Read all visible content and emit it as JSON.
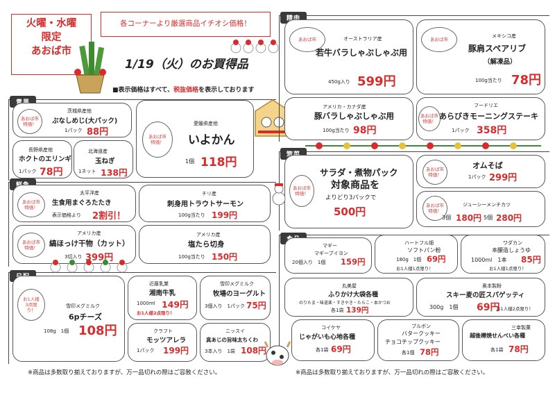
{
  "header": {
    "banner_line1": "火曜・水曜",
    "banner_line2": "限定",
    "banner_line3": "あおば市",
    "top_notice": "各コーナーより厳選商品イチオシ価格！",
    "date_title": "1/19（火）のお買得品",
    "tax_note_prefix": "■表示価格はすべて、",
    "tax_note_red": "税抜価格",
    "tax_note_suffix": "を表示しております"
  },
  "sections": {
    "produce": "青果",
    "meat": "精肉",
    "fish": "鮮魚",
    "deli": "惣菜",
    "grocery": "食品",
    "daily": "日配"
  },
  "badges": {
    "tokka": "あおば市\n特価！",
    "ichi": "あおば市",
    "limit_daily": "お1人様\n3点限\nり！"
  },
  "produce": {
    "p1": {
      "origin": "茨城県産他",
      "name": "ぶなしめじ(大パック)",
      "unit": "1パック",
      "price": "88円"
    },
    "p2": {
      "origin": "長野県産他",
      "name": "ホクトのエリンギ",
      "unit": "1パック",
      "price": "78円"
    },
    "p3": {
      "origin": "北海道産",
      "name": "玉ねぎ",
      "unit": "1ネット",
      "price": "138円"
    },
    "p4": {
      "origin": "愛媛県産他",
      "name": "いよかん",
      "unit": "1個",
      "price": "118円"
    }
  },
  "fish": {
    "f1": {
      "origin": "太平洋産",
      "name": "生食用まぐろたたき",
      "unit": "表示価格より",
      "price": "2割引！"
    },
    "f2": {
      "origin": "チリ産",
      "name": "刺身用トラウトサーモン",
      "unit": "100g当たり",
      "price": "199円"
    },
    "f3": {
      "origin": "アメリカ産",
      "name": "縞ほっけ干物（カット）",
      "unit": "3切入り",
      "price": "399円"
    },
    "f4": {
      "origin": "アメリカ産",
      "name": "塩たら切身",
      "unit": "100g当たり",
      "price": "150円"
    }
  },
  "daily": {
    "d1": {
      "origin": "雪印メグミルク",
      "name": "6pチーズ",
      "unit": "108g　1個",
      "price": "108円"
    },
    "d2": {
      "origin": "近藤乳業",
      "name": "湘南牛乳",
      "unit": "1000ml",
      "price": "149円",
      "limit": "お1人様2点限り！"
    },
    "d3": {
      "origin": "雪印メグミルク",
      "name": "牧場のヨーグルト",
      "unit": "3個入り　1パック",
      "price": "75円"
    },
    "d4": {
      "origin": "クラフト",
      "name": "モッツアレラ",
      "unit": "1パック",
      "price": "199円"
    },
    "d5": {
      "origin": "ニッスイ",
      "name": "真あじの旨味太ちくわ",
      "unit": "3本入り　1袋",
      "price": "108円"
    }
  },
  "meat": {
    "m1": {
      "origin": "オーストラリア産",
      "name": "若牛バラしゃぶしゃぶ用",
      "unit": "450g入り",
      "price": "599円"
    },
    "m2": {
      "origin": "メキシコ産",
      "name": "豚肩スペアリブ",
      "sub": "（解凍品）",
      "unit": "100g当たり",
      "price": "78円"
    },
    "m3": {
      "origin": "アメリカ・カナダ産",
      "name": "豚バラしゃぶしゃぶ用",
      "unit": "100g当たり",
      "price": "98円"
    },
    "m4": {
      "origin": "フードリエ",
      "name": "あらびきモーニングステーキ",
      "unit": "1パック",
      "price": "358円"
    }
  },
  "deli": {
    "s1": {
      "name1": "サラダ・煮物パック",
      "name2": "対象商品を",
      "unit": "よりどり3パックで",
      "price": "500円"
    },
    "s2": {
      "name": "オムそば",
      "unit": "1パック",
      "price": "299円"
    },
    "s3": {
      "name": "ジューシーメンチカツ",
      "unit1": "3個",
      "price1": "180円",
      "unit2": "5個",
      "price2": "280円"
    }
  },
  "grocery": {
    "g1": {
      "origin": "マギー",
      "name": "マギーブイヨン",
      "unit": "20個入り　1個",
      "price": "159円"
    },
    "g2": {
      "origin": "ハートフル畑",
      "name": "ソフトパン粉",
      "unit": "180g　1個",
      "price": "69円",
      "limit": "お1人様1点限り！"
    },
    "g3": {
      "origin": "ワダカン",
      "name": "本醸造しょうゆ",
      "unit": "1000ml　1本",
      "price": "85円",
      "limit": "お1人様1点限り！"
    },
    "g4": {
      "origin": "丸美屋",
      "name": "ふりかけ大袋各種",
      "desc": "のりたま・味道楽・すきやき・たらこ・本かつお",
      "unit": "各1袋",
      "price": "139円"
    },
    "g5": {
      "origin": "奥本製粉",
      "name": "スキー麦の匠スパゲッティ",
      "unit": "300g　1個",
      "price": "69円",
      "limit": "お1人様2点限り！"
    },
    "g6": {
      "origin": "コイケヤ",
      "name": "じゃがいも心地各種",
      "unit": "各1袋",
      "price": "69円"
    },
    "g7": {
      "origin": "ブルボン",
      "name": "バタークッキー",
      "name2": "チョコチップクッキー",
      "unit": "各1個",
      "price": "78円"
    },
    "g8": {
      "origin": "三幸製菓",
      "name": "越後樽焼せんべい各種",
      "unit": "各1袋",
      "price": "78円"
    }
  },
  "footer": {
    "left": "※商品は多数取り揃えておりますが、万一品切れの際はご容赦ください。",
    "right": "※商品は多数取り揃えておりますが、万一品切れの際はご容赦ください。"
  },
  "colors": {
    "accent": "#d92b2b",
    "border": "#555555",
    "tag": "#3a3a3a"
  }
}
